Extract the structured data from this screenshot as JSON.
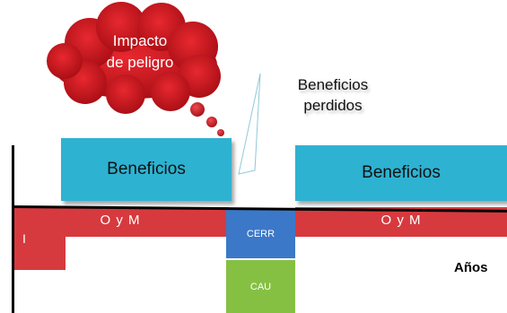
{
  "cloud": {
    "line1": "Impacto",
    "line2": "de peligro"
  },
  "lost_benefits": {
    "line1": "Beneficios",
    "line2": "perdidos"
  },
  "benefit_before": "Beneficios",
  "benefit_after": "Beneficios",
  "om_before": "O y M",
  "om_after": "O y M",
  "investment": "I",
  "cerr": "CERR",
  "cau": "CAU",
  "axis_label": "Años",
  "colors": {
    "benefit": "#2eb2d1",
    "operation": "#d63a3e",
    "cerr": "#3c78c8",
    "cau": "#86c043",
    "cloud": "#c8121b"
  }
}
